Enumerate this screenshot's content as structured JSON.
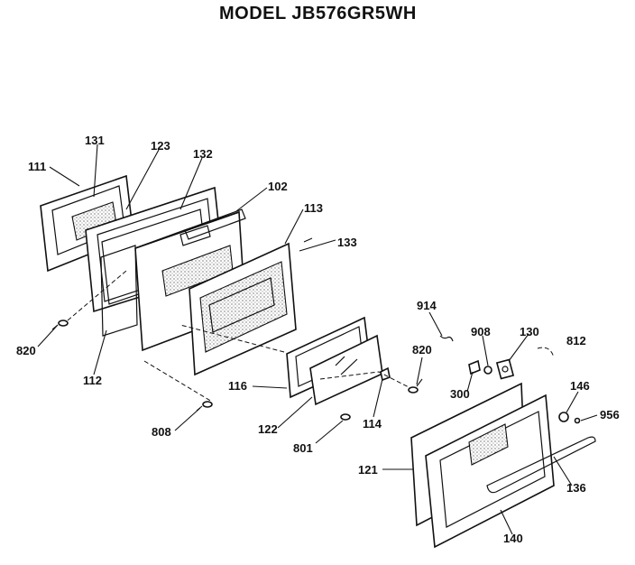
{
  "title": "MODEL JB576GR5WH",
  "callouts": [
    "131",
    "123",
    "132",
    "111",
    "102",
    "113",
    "133",
    "820",
    "112",
    "116",
    "808",
    "122",
    "114",
    "820",
    "801",
    "914",
    "908",
    "130",
    "812",
    "300",
    "146",
    "956",
    "121",
    "136",
    "140"
  ]
}
